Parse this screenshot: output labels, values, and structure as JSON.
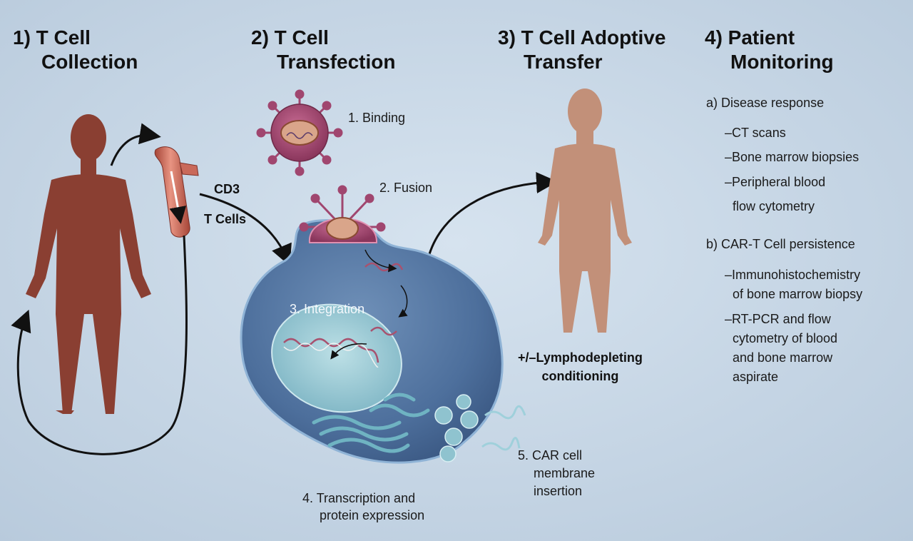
{
  "headings": {
    "step1": [
      "1) T Cell",
      "Collection"
    ],
    "step2": [
      "2) T Cell",
      "Transfection"
    ],
    "step3": [
      "3) T Cell Adoptive",
      "Transfer"
    ],
    "step4": [
      "4) Patient",
      "Monitoring"
    ]
  },
  "collection": {
    "cd3": "CD3",
    "tcells": "T Cells"
  },
  "transfection_steps": {
    "binding": "1. Binding",
    "fusion": "2. Fusion",
    "integration": "3. Integration",
    "transcription": [
      "4. Transcription and",
      "protein expression"
    ],
    "insertion": [
      "5. CAR cell",
      "membrane",
      "insertion"
    ]
  },
  "adoptive_transfer": {
    "conditioning": [
      "+/–Lymphodepleting",
      "conditioning"
    ]
  },
  "monitoring": {
    "a_title": "a) Disease response",
    "a_items": [
      "–CT scans",
      "–Bone marrow biopsies",
      "–Peripheral blood",
      "flow cytometry"
    ],
    "b_title": "b) CAR-T Cell persistence",
    "b_items": [
      "–Immunohistochemistry",
      "of bone marrow biopsy",
      "–RT-PCR and flow",
      "cytometry of blood",
      "and bone marrow",
      "aspirate"
    ]
  },
  "colors": {
    "background": "#c7d7e6",
    "patient_body": "#8a3f32",
    "transfer_body": "#c29079",
    "cell": "#4d6f9c",
    "nucleus": "#8fc3cf",
    "virus": "#a0466f",
    "vessel": "#c9695a"
  }
}
